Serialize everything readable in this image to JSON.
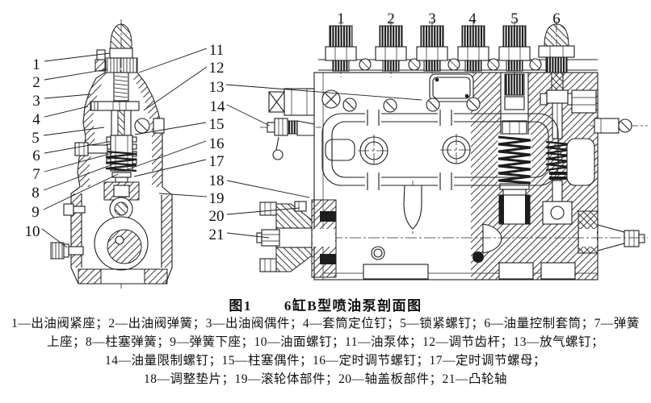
{
  "colors": {
    "ink": "#1d1d1d",
    "paper": "#ffffff"
  },
  "figure": {
    "label": "图1",
    "title": "6缸B型喷油泵剖面图",
    "legend_lines": [
      "1—出油阀紧座；2—出油阀弹簧；3—出油阀偶件；4—套筒定位钉；5—锁紧螺钉；6—油量控制套筒；7—弹簧",
      "上座；8—柱塞弹簧；9—弹簧下座；10—油面螺钉；11—油泵体；12—调节齿杆；13—放气螺钉；",
      "14—油量限制螺钉；15—柱塞偶件；16—定时调节螺钉；17—定时调节螺母；",
      "18—调整垫片；19—滚轮体部件；20—轴盖板部件；21—凸轮轴"
    ],
    "parts": [
      {
        "num": "1",
        "name": "出油阀紧座"
      },
      {
        "num": "2",
        "name": "出油阀弹簧"
      },
      {
        "num": "3",
        "name": "出油阀偶件"
      },
      {
        "num": "4",
        "name": "套筒定位钉"
      },
      {
        "num": "5",
        "name": "锁紧螺钉"
      },
      {
        "num": "6",
        "name": "油量控制套筒"
      },
      {
        "num": "7",
        "name": "弹簧上座"
      },
      {
        "num": "8",
        "name": "柱塞弹簧"
      },
      {
        "num": "9",
        "name": "弹簧下座"
      },
      {
        "num": "10",
        "name": "油面螺钉"
      },
      {
        "num": "11",
        "name": "油泵体"
      },
      {
        "num": "12",
        "name": "调节齿杆"
      },
      {
        "num": "13",
        "name": "放气螺钉"
      },
      {
        "num": "14",
        "name": "油量限制螺钉"
      },
      {
        "num": "15",
        "name": "柱塞偶件"
      },
      {
        "num": "16",
        "name": "定时调节螺钉"
      },
      {
        "num": "17",
        "name": "定时调节螺母"
      },
      {
        "num": "18",
        "name": "调整垫片"
      },
      {
        "num": "19",
        "name": "滚轮体部件"
      },
      {
        "num": "20",
        "name": "轴盖板部件"
      },
      {
        "num": "21",
        "name": "凸轮轴"
      }
    ]
  },
  "left_view": {
    "callouts": [
      {
        "num": "1"
      },
      {
        "num": "2"
      },
      {
        "num": "3"
      },
      {
        "num": "4"
      },
      {
        "num": "5"
      },
      {
        "num": "6"
      },
      {
        "num": "7"
      },
      {
        "num": "8"
      },
      {
        "num": "9"
      },
      {
        "num": "10"
      }
    ]
  },
  "center_callouts": [
    {
      "num": "11"
    },
    {
      "num": "12"
    },
    {
      "num": "13"
    },
    {
      "num": "14"
    },
    {
      "num": "15"
    },
    {
      "num": "16"
    },
    {
      "num": "17"
    },
    {
      "num": "18"
    },
    {
      "num": "19"
    },
    {
      "num": "20"
    },
    {
      "num": "21"
    }
  ],
  "right_view": {
    "cylinders": [
      {
        "num": "1"
      },
      {
        "num": "2"
      },
      {
        "num": "3"
      },
      {
        "num": "4"
      },
      {
        "num": "5"
      },
      {
        "num": "6"
      }
    ]
  }
}
